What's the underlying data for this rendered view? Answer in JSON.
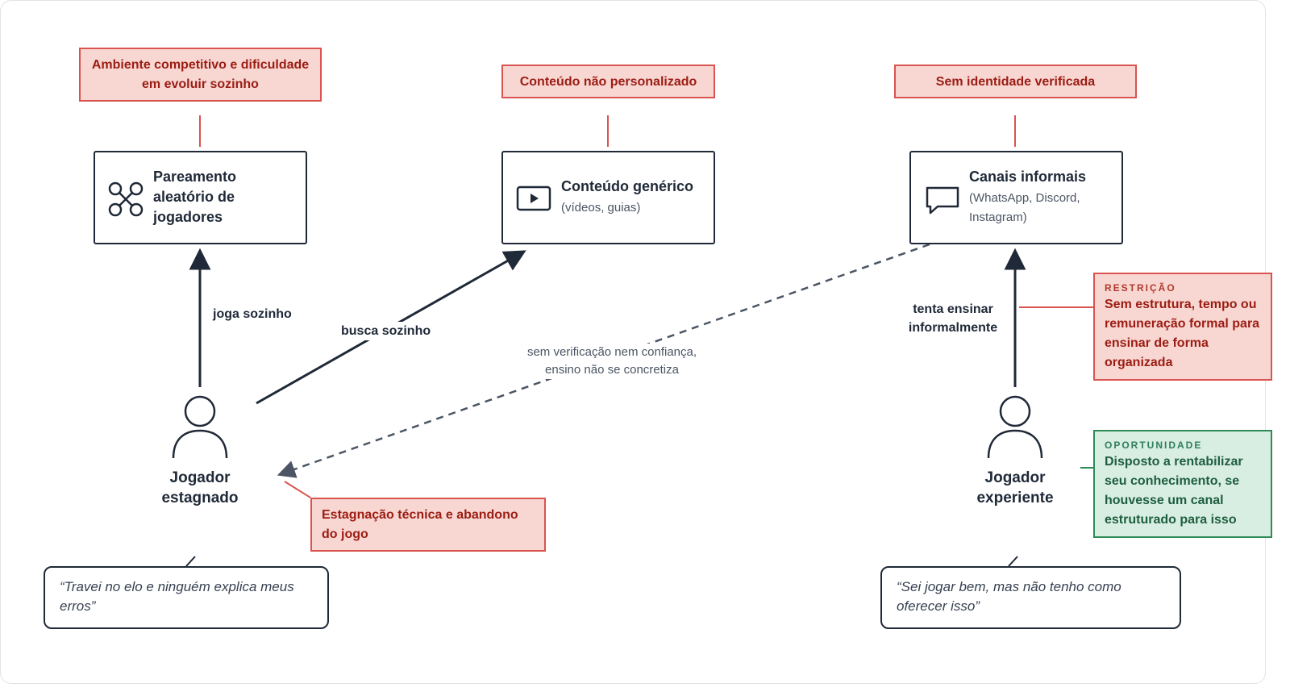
{
  "pains": {
    "p1": "Ambiente competitivo e dificuldade em evoluir sozinho",
    "p2": "Conteúdo não personalizado",
    "p3": "Sem identidade verificada",
    "p4": "Estagnação técnica e abandono do jogo"
  },
  "nodes": {
    "matchmaking": {
      "icon": "network-nodes-icon",
      "title": "Pareamento aleatório de jogadores"
    },
    "content": {
      "icon": "play-video-icon",
      "title": "Conteúdo genérico",
      "sub": "(vídeos, guias)"
    },
    "channels": {
      "icon": "chat-bubble-icon",
      "title": "Canais informais",
      "sub": "(WhatsApp, Discord, Instagram)"
    }
  },
  "edges": {
    "e1": "joga sozinho",
    "e2": "busca sozinho",
    "e3_line1": "sem verificação nem confiança,",
    "e3_line2": "ensino não se concretiza",
    "e4_line1": "tenta ensinar",
    "e4_line2": "informalmente"
  },
  "actors": {
    "stagnated": {
      "icon": "person-icon",
      "line1": "Jogador",
      "line2": "estagnado",
      "quote": "“Travei no elo e ninguém explica meus erros”"
    },
    "experienced": {
      "icon": "person-icon",
      "line1": "Jogador",
      "line2": "experiente",
      "quote": "“Sei jogar bem, mas não tenho como oferecer isso”"
    }
  },
  "restriction": {
    "kicker": "RESTRIÇÃO",
    "text": "Sem estrutura, tempo ou remuneração formal para ensinar de forma organizada"
  },
  "opportunity": {
    "kicker": "OPORTUNIDADE",
    "text": "Disposto a rentabilizar seu conhecimento, se houvesse um canal estruturado para isso"
  },
  "colors": {
    "dark": "#1f2937",
    "pain_fill": "#f8d7d3",
    "pain_border": "#d9534f",
    "pain_text": "#9b1c12",
    "opp_fill": "#d9eee3",
    "opp_border": "#2e8b57",
    "opp_text": "#1d5e3f",
    "dashed": "#4b5563"
  }
}
